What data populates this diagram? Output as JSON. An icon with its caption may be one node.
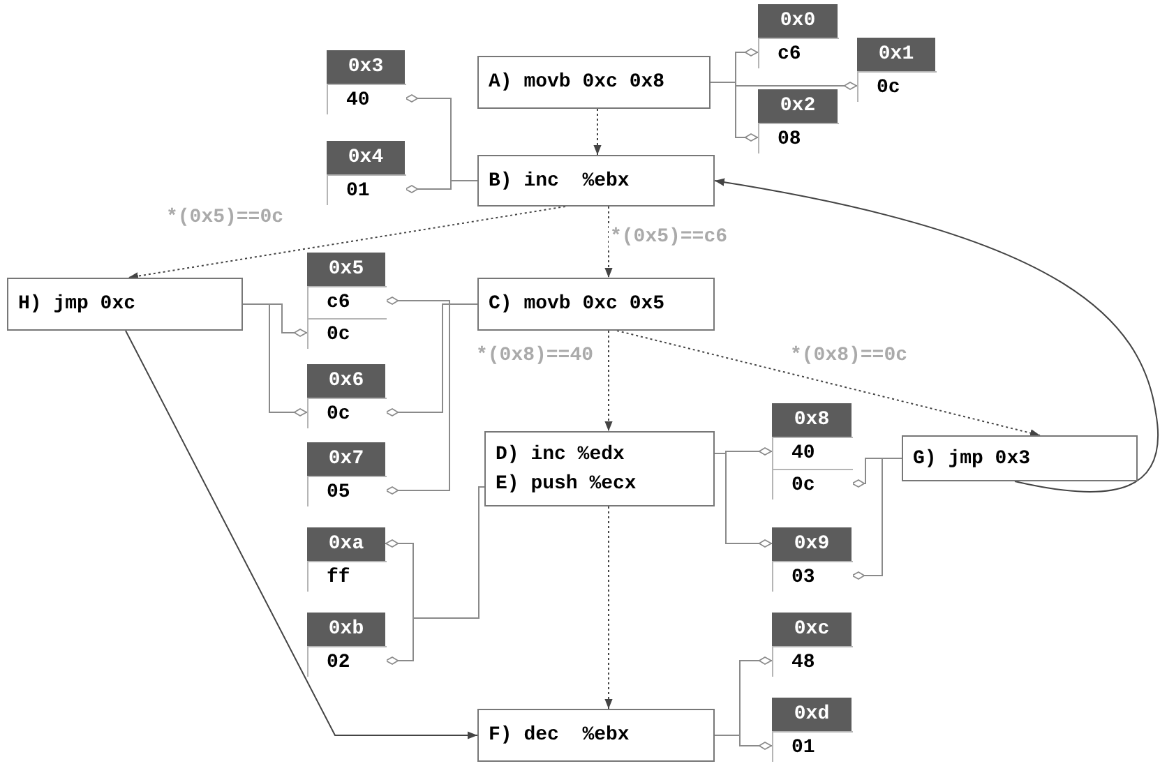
{
  "diagram": {
    "nodes": [
      {
        "text": [
          "0x0"
        ]
      },
      {
        "text": [
          "c6"
        ],
        "in": 0
      },
      {
        "text": [
          "0x1"
        ]
      },
      {
        "text": [
          "0c"
        ],
        "in": 2
      },
      {
        "text": [
          "0x3"
        ]
      },
      {
        "text": [
          "40"
        ],
        "in": 4
      },
      {
        "text": [
          "A) movb 0xc 0x8"
        ]
      },
      {
        "text": [
          "0x2"
        ]
      },
      {
        "text": [
          "08"
        ],
        "in": 7
      },
      {
        "text": [
          "0x4"
        ]
      },
      {
        "text": [
          "01"
        ],
        "in": 9
      },
      {
        "text": [
          "B) inc  %ebx"
        ]
      },
      {
        "text": [
          "H) jmp 0xc"
        ]
      },
      {
        "text": [
          "0x5"
        ]
      },
      {
        "text": [
          "c6"
        ],
        "in": 13
      },
      {
        "text": [
          "0c"
        ],
        "in": 13
      },
      {
        "text": [
          "C) movb 0xc 0x5"
        ]
      },
      {
        "text": [
          "0x6"
        ]
      },
      {
        "text": [
          "0c"
        ],
        "in": 17
      },
      {
        "text": [
          "0x7"
        ]
      },
      {
        "text": [
          "05"
        ],
        "in": 19
      },
      {
        "text": [
          "D) inc %edx",
          "E) push %ecx"
        ]
      },
      {
        "text": [
          "0x8"
        ]
      },
      {
        "text": [
          "40"
        ],
        "in": 22
      },
      {
        "text": [
          "0c"
        ],
        "in": 22
      },
      {
        "text": [
          "G) jmp 0x3"
        ]
      },
      {
        "text": [
          "0x9"
        ]
      },
      {
        "text": [
          "03"
        ],
        "in": 26
      },
      {
        "text": [
          "0xa"
        ]
      },
      {
        "text": [
          "ff"
        ],
        "in": 28
      },
      {
        "text": [
          "0xb"
        ]
      },
      {
        "text": [
          "02"
        ],
        "in": 30
      },
      {
        "text": [
          "0xc"
        ]
      },
      {
        "text": [
          "48"
        ],
        "in": 32
      },
      {
        "text": [
          "F) dec  %ebx"
        ]
      },
      {
        "text": [
          "0xd"
        ]
      },
      {
        "text": [
          "01"
        ],
        "in": 35
      }
    ],
    "edges": [
      {
        "from": 6,
        "to": 1,
        "arrow": "other"
      },
      {
        "from": 6,
        "to": 3,
        "arrow": "other"
      },
      {
        "from": 6,
        "to": 8,
        "arrow": "other"
      },
      {
        "from": 11,
        "to": 5,
        "arrow": "other"
      },
      {
        "from": 11,
        "to": 10,
        "arrow": "other"
      },
      {
        "from": 16,
        "to": 14,
        "arrow": "other"
      },
      {
        "from": 16,
        "to": 18,
        "arrow": "other"
      },
      {
        "from": 16,
        "to": 20,
        "arrow": "other"
      },
      {
        "from": 12,
        "to": 15,
        "arrow": "other"
      },
      {
        "from": 12,
        "to": 18,
        "arrow": "other"
      },
      {
        "from": 6,
        "to": 11,
        "arrow": "to",
        "style": "dashed",
        "color": "#444444"
      },
      {
        "from": 11,
        "to": 16,
        "arrow": "to",
        "style": "dashed",
        "color": "#444444",
        "label": "*(0x5)==c6"
      },
      {
        "from": 11,
        "to": 12,
        "arrow": "to",
        "style": "dashed",
        "color": "#444444",
        "label": "*(0x5)==0c"
      },
      {
        "from": 16,
        "to": 21,
        "arrow": "to",
        "style": "dashed",
        "color": "#444444",
        "label": "*(0x8)==40"
      },
      {
        "from": 16,
        "to": 25,
        "arrow": "to",
        "style": "dashed",
        "color": "#444444",
        "label": "*(0x8)==0c"
      },
      {
        "from": 21,
        "to": 23,
        "arrow": "other"
      },
      {
        "from": 21,
        "to": 26,
        "arrow": "other"
      },
      {
        "from": 25,
        "to": 24,
        "arrow": "other"
      },
      {
        "from": 25,
        "to": 27,
        "arrow": "other"
      },
      {
        "from": 21,
        "to": 28,
        "arrow": "other"
      },
      {
        "from": 21,
        "to": 31,
        "arrow": "other"
      },
      {
        "from": 21,
        "to": 34,
        "arrow": "to",
        "style": "dashed",
        "color": "#444444"
      },
      {
        "from": 34,
        "to": 33,
        "arrow": "other"
      },
      {
        "from": 34,
        "to": 36,
        "arrow": "other"
      },
      {
        "from": 25,
        "to": 11,
        "arrow": "to",
        "color": "#444444"
      },
      {
        "from": 12,
        "to": 34,
        "arrow": "to",
        "color": "#444444"
      }
    ]
  }
}
